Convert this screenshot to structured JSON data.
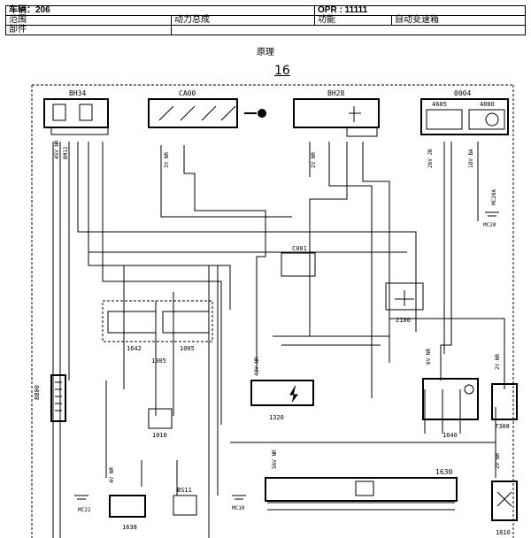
{
  "header": {
    "vehicle_label": "车辆：206",
    "opr_label": "OPR : 11111",
    "scope_label": "范围",
    "scope_value": "动力总成",
    "function_label": "功能",
    "function_value": "自动变速箱",
    "part_label": "部件"
  },
  "caption": "原理",
  "diagram_number": "16",
  "components": {
    "bh34": "BH34",
    "ca00": "CA00",
    "bh28": "BH28",
    "c0004": "0004",
    "c4605": "4605",
    "c4000": "4000",
    "c001": "C001",
    "c2100": "2100",
    "c1642": "1642",
    "c1005a": "1005",
    "c1005b": "1005",
    "c1320": "1320",
    "c1010": "1010",
    "c1640": "1640",
    "c7308": "7308",
    "c1630": "1630",
    "c1638": "1638",
    "bs11": "BS11",
    "c1610": "1610",
    "bb00": "BB00",
    "mc20": "MC20",
    "mc20a": "MC20A",
    "mc10": "MC10",
    "mc22": "MC22"
  },
  "wire_labels": {
    "bh34_wires": "45V NR",
    "bh34_codes": "BM12",
    "ca00_wires": "3V NR",
    "bh28_wires": "2V NR",
    "c0004_wires": "26V JN",
    "c4000_wires": "18V BA",
    "c1320_wires": "48V NR",
    "c1640_wires": "6V NR",
    "c1630_wires": "56V NR",
    "c1638_wires": "4V NR",
    "c7308_wires": "2V NR",
    "c1610_wires": "2V NR"
  }
}
